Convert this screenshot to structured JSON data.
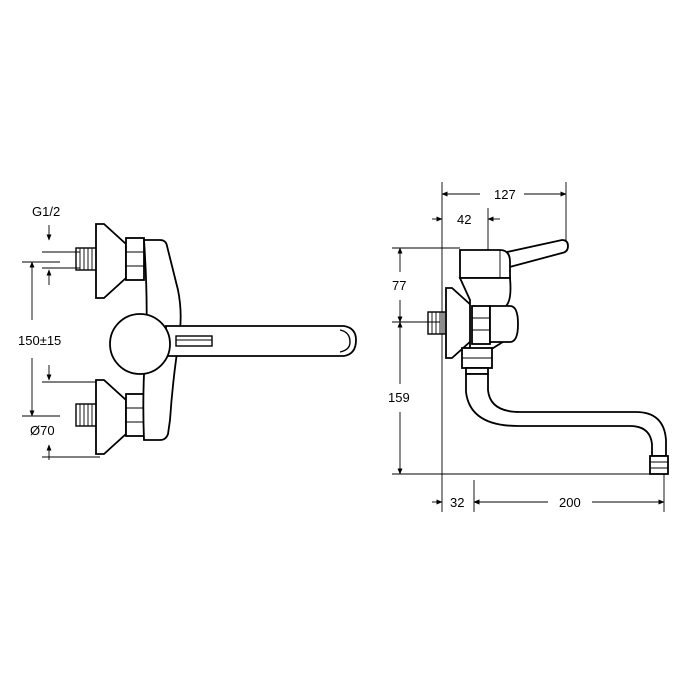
{
  "front_view": {
    "labels": {
      "thread": "G1/2",
      "spacing": "150±15",
      "diameter": "Ø70"
    }
  },
  "side_view": {
    "labels": {
      "total_depth": "127",
      "lever_offset": "42",
      "upper_height": "77",
      "lower_height": "159",
      "wall_offset": "32",
      "spout_reach": "200"
    }
  }
}
